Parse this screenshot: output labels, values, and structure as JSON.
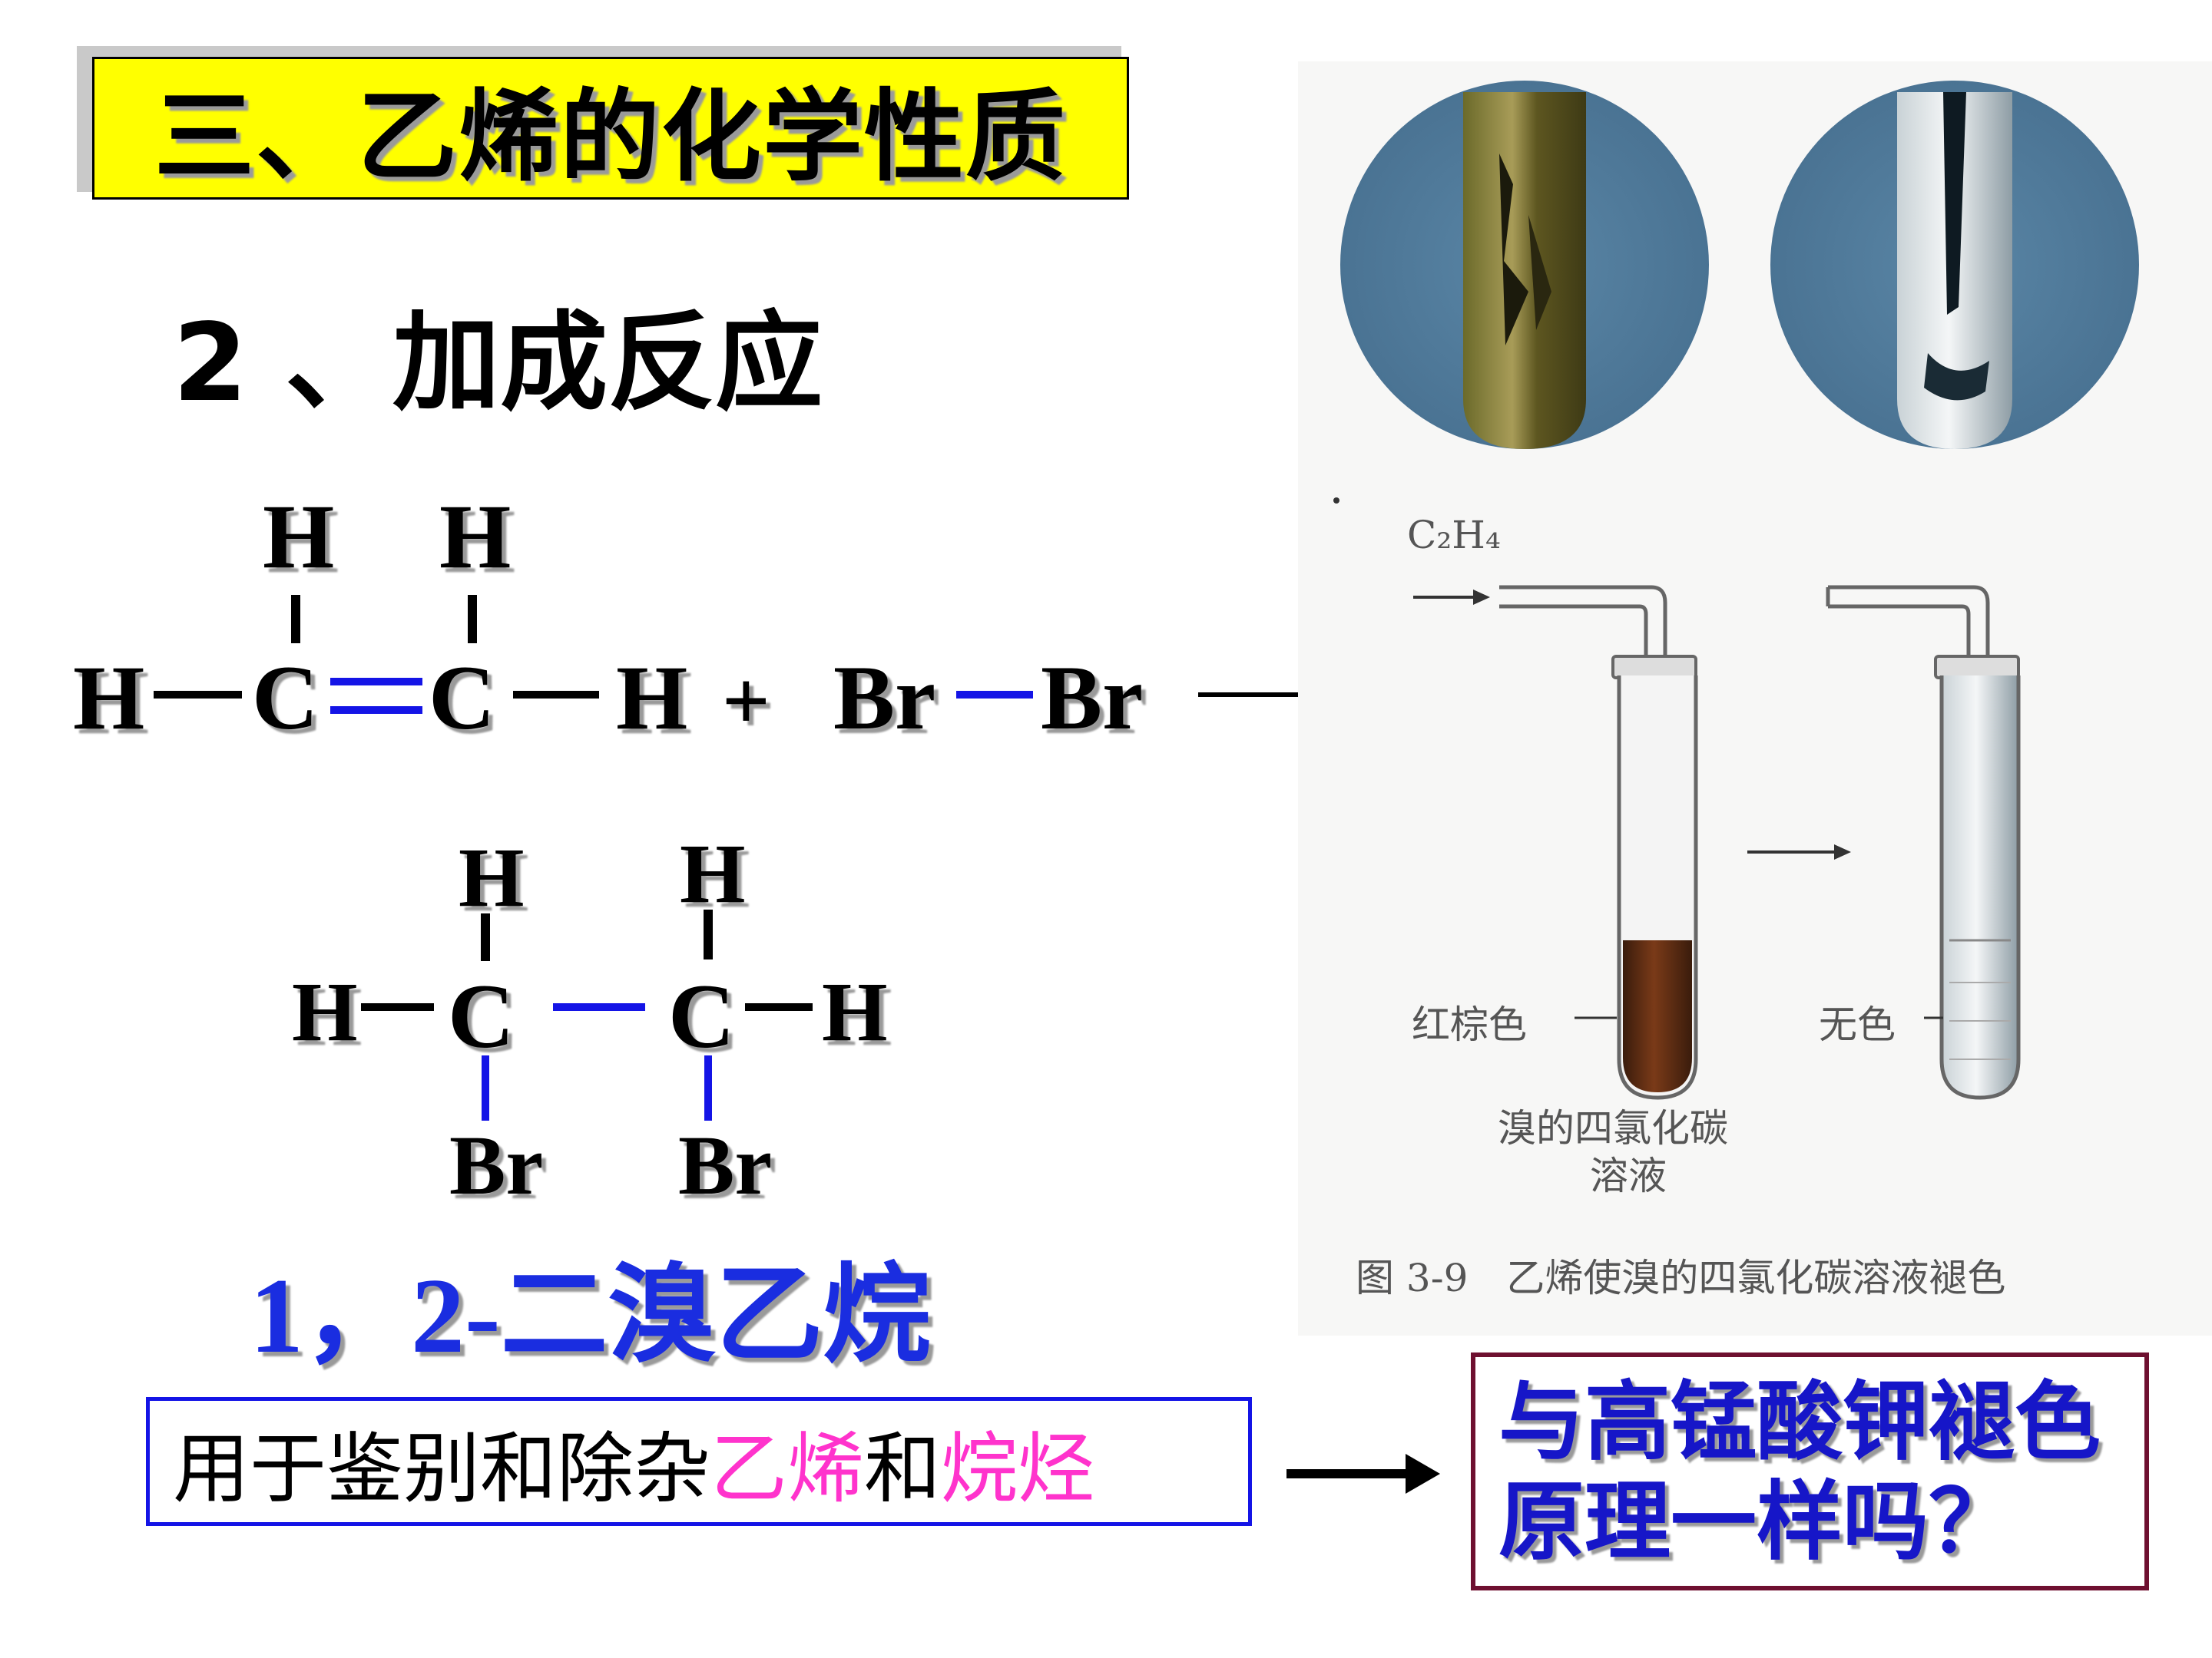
{
  "title": "三、乙烯的化学性质",
  "subtitle": "2 、加成反应",
  "reactant": {
    "atoms": {
      "h_top_left": "H",
      "h_top_right": "H",
      "h_left": "H",
      "c_left": "C",
      "c_right": "C",
      "h_right": "H",
      "plus": "+",
      "br_left": "Br",
      "br_right": "Br"
    }
  },
  "product": {
    "atoms": {
      "h_top_left": "H",
      "h_top_right": "H",
      "h_left": "H",
      "c_left": "C",
      "c_right": "C",
      "h_right": "H",
      "br_left": "Br",
      "br_right": "Br"
    },
    "name": "1，2-二溴乙烷"
  },
  "use_note": {
    "part1": "用于鉴别和除杂",
    "part2": "乙烯",
    "part3": "和",
    "part4": "烷烃"
  },
  "question": {
    "line1": "与高锰酸钾褪色",
    "line2": "原理一样吗？"
  },
  "figure": {
    "gas_label": "C₂H₄",
    "color_before": "红棕色",
    "color_after": "无色",
    "solution_label_line1": "溴的四氯化碳",
    "solution_label_line2": "溶液",
    "caption": "图 3-9　乙烯使溴的四氯化碳溶液褪色"
  },
  "colors": {
    "title_bg": "#ffff00",
    "bond_blue": "#1414e6",
    "product_name": "#1a2de0",
    "highlight": "#ff33cc",
    "question_text": "#1616c8",
    "question_border": "#6e1030"
  }
}
